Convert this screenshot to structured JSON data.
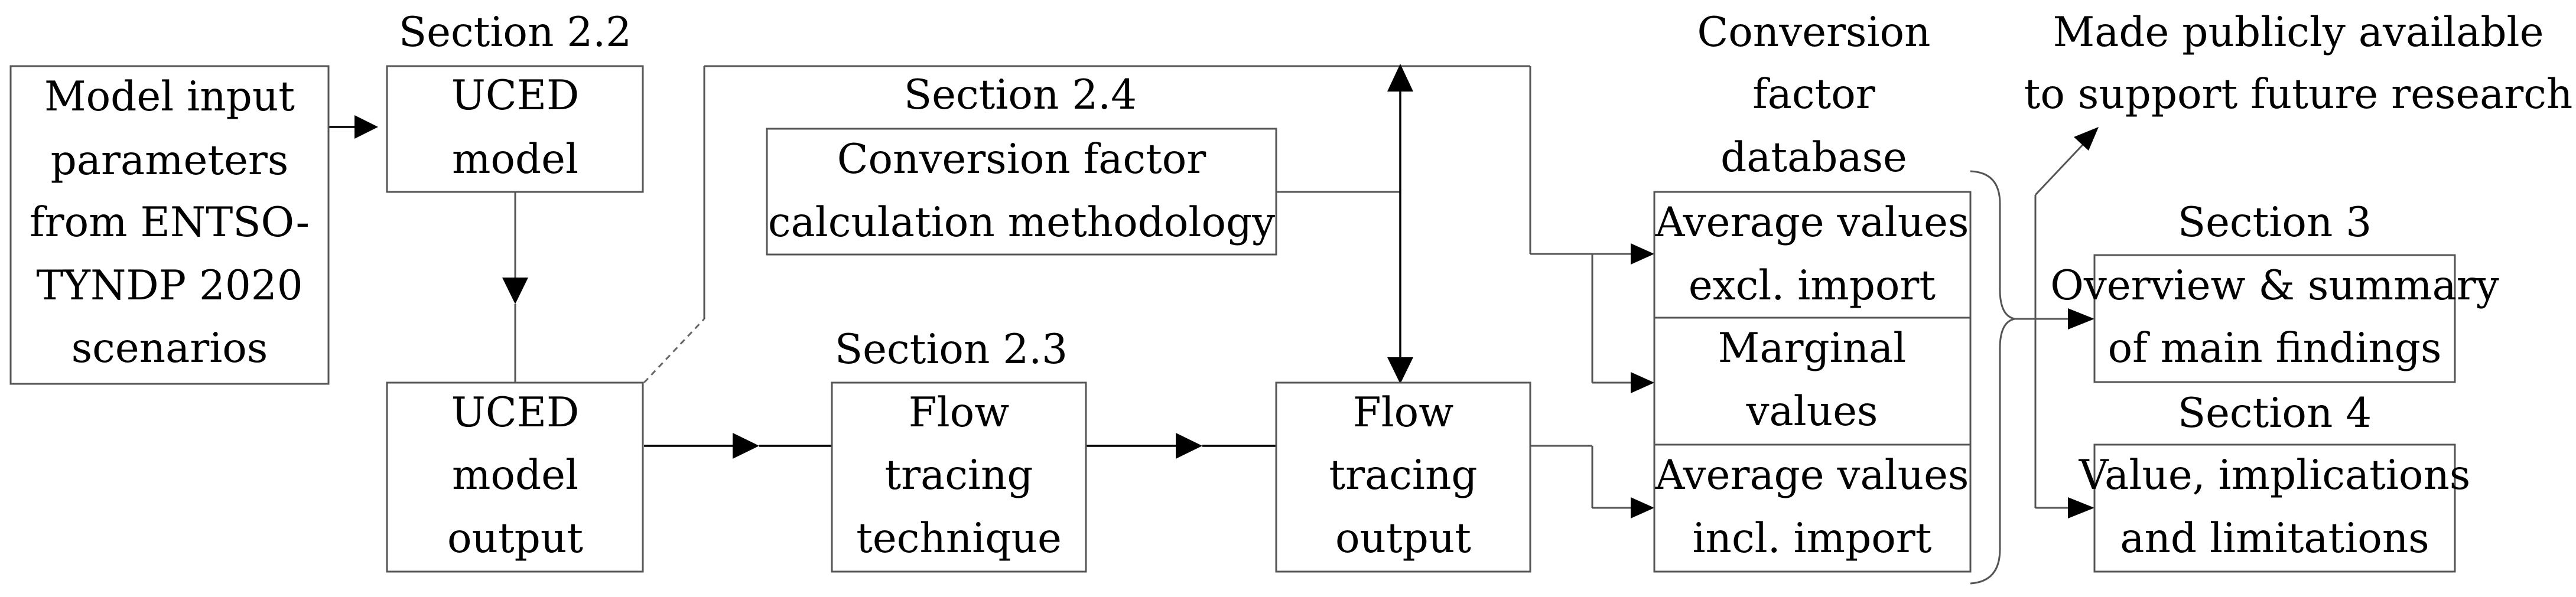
{
  "labels": {
    "section_2_2": "Section 2.2",
    "section_2_3": "Section 2.3",
    "section_2_4": "Section 2.4",
    "section_3": "Section 3",
    "section_4": "Section 4",
    "database_title": [
      "Conversion",
      "factor",
      "database"
    ],
    "published": [
      "Made publicly available",
      "to support future research"
    ]
  },
  "boxes": {
    "model_input": [
      "Model input",
      "parameters",
      "from ENTSO-",
      "TYNDP 2020",
      "scenarios"
    ],
    "uced_model": [
      "UCED",
      "model"
    ],
    "uced_output": [
      "UCED",
      "model",
      "output"
    ],
    "cf_method": [
      "Conversion factor",
      "calculation methodology"
    ],
    "flow_technique": [
      "Flow",
      "tracing",
      "technique"
    ],
    "flow_output": [
      "Flow",
      "tracing",
      "output"
    ],
    "avg_excl": [
      "Average values",
      "excl. import"
    ],
    "marginal": [
      "Marginal",
      "values"
    ],
    "avg_incl": [
      "Average values",
      "incl. import"
    ],
    "overview": [
      "Overview & summary",
      "of main findings"
    ],
    "value_impl": [
      "Value, implications",
      "and limitations"
    ]
  }
}
